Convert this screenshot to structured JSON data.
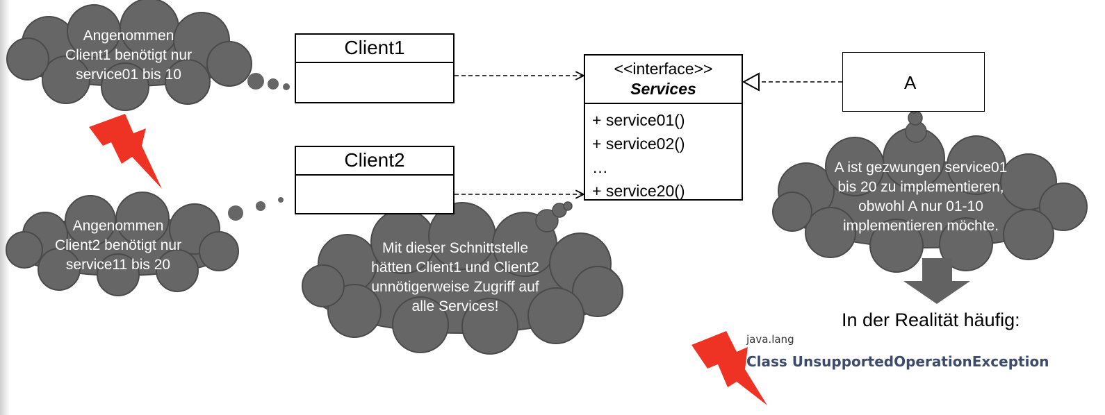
{
  "colors": {
    "cloud": "#666666",
    "lightning": "#ee3224",
    "arrow": "#626262",
    "exception_text": "#3c4b6b"
  },
  "clouds": {
    "client1": [
      "Angenommen",
      "Client1 benötigt nur",
      "service01 bis 10"
    ],
    "client2": [
      "Angenommen",
      "Client2 benötigt nur",
      "service11 bis 20"
    ],
    "access": [
      "Mit dieser Schnittstelle",
      "hätten Client1 und Client2",
      "unnötigerweise Zugriff auf",
      "alle Services!"
    ],
    "implementer": [
      "A ist gezwungen service01",
      "bis 20 zu implementieren,",
      "obwohl A nur 01-10",
      "implementieren möchte."
    ]
  },
  "classes": {
    "client1": "Client1",
    "client2": "Client2",
    "component_a": "A"
  },
  "interface": {
    "stereotype": "<<interface>>",
    "name": "Services",
    "operations": [
      "+ service01()",
      "+ service02()",
      "…",
      "+ service20()"
    ]
  },
  "reality": {
    "heading": "In der Realität häufig:",
    "package": "java.lang",
    "class_title": "Class UnsupportedOperationException"
  },
  "icons": [
    "lightning-icon",
    "component-icon",
    "down-arrow-icon"
  ]
}
